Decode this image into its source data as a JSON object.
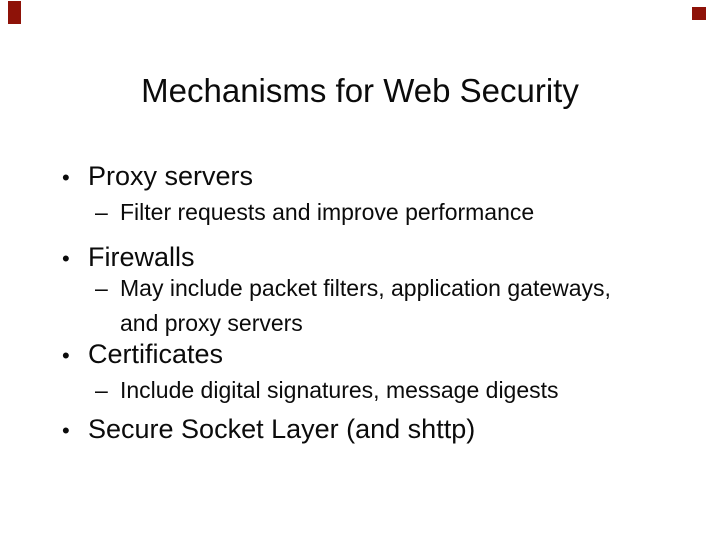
{
  "slide": {
    "title": "Mechanisms for Web Security",
    "bullet_glyph": "•",
    "sub_bullet_glyph": "–",
    "bullets": [
      {
        "label": "Proxy servers",
        "subs": [
          "Filter requests and improve performance"
        ]
      },
      {
        "label": "Firewalls",
        "subs": [
          "May include packet filters, application gateways, and proxy servers"
        ]
      },
      {
        "label": "Certificates",
        "subs": [
          "Include digital signatures, message digests"
        ]
      },
      {
        "label": "Secure Socket Layer (and shttp)",
        "subs": []
      }
    ],
    "colors": {
      "background": "#ffffff",
      "text": "#0b0b0b",
      "corner_mark": "#8e1208"
    }
  }
}
